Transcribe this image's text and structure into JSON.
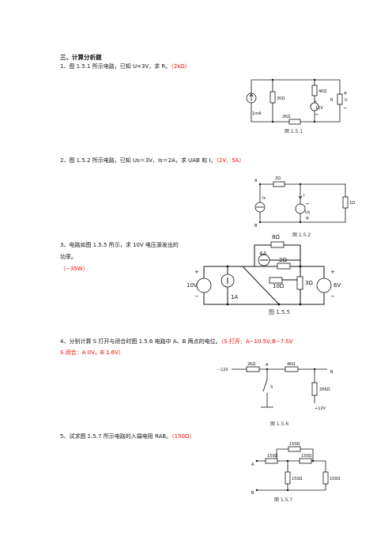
{
  "section": {
    "title": "三、计算分析题"
  },
  "q1": {
    "text": "1、图 1.5.1 所示电路，已知 U=3V，求 R。",
    "answer": "（2kΩ）",
    "caption": "图 1.5.1",
    "labels": {
      "src": "1mA",
      "r1": "2KΩ",
      "r2": "4KΩ",
      "r3": "2KΩ",
      "plus": "+",
      "minus": "−",
      "v": "10V",
      "r": "R",
      "u": "U"
    }
  },
  "q2": {
    "text": "2、图 1.5.2 所示电路，已知 Us＝3V，Is＝2A，求 UAB 和 I。",
    "answer": "（1V、5A）",
    "caption": "图 1.5.2",
    "labels": {
      "a": "A",
      "b": "B",
      "r1": "2Ω",
      "r2": "1Ω",
      "is": "Is",
      "i": "I",
      "us": "Us",
      "plus": "+",
      "minus": "−"
    }
  },
  "q3": {
    "line1": "3、电路如图 1.5.5 所示，求 10V 电压源发出的",
    "line2": "功率。",
    "answer": "（−35W）",
    "caption": "图 1.5.5",
    "labels": {
      "r8": "8Ω",
      "i4": "4A",
      "r2": "2Ω",
      "v10": "10V",
      "r10": "10Ω",
      "r3": "3Ω",
      "v6": "6V",
      "i1": "1A",
      "plus": "+",
      "minus": "−"
    }
  },
  "q4": {
    "text": "4、分别计算 S 打开与闭合时图 1.5.6 电路中 A、B 两点的电位。",
    "answer1": "（S 打开：A−10.5V,B−7.5V",
    "answer2": "S 闭合：A 0V，B 1.6V）",
    "caption": "图 1.5.6",
    "labels": {
      "vneg": "−12V",
      "r1": "2KΩ",
      "a": "A",
      "r2": "4KΩ",
      "b": "B",
      "s": "S",
      "r3": "26KΩ",
      "vpos": "+12V"
    }
  },
  "q5": {
    "text": "5、试求图 1.5.7 所示电路的入端电阻 RAB。",
    "answer": "（150Ω）",
    "caption": "图 1.5.7",
    "labels": {
      "a": "A",
      "b": "B",
      "r_top": "150Ω",
      "r_left": "150Ω",
      "r_right": "150Ω",
      "r_mid": "150Ω",
      "r_far": "150Ω"
    }
  }
}
